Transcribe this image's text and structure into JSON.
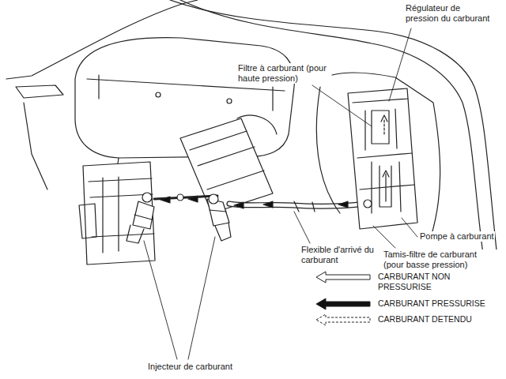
{
  "diagram": {
    "labels": [
      "Régulateur de pression du carburant",
      "Filtre à carburant (pour haute pression)",
      "Pompe à carburant",
      "Flexible d'arrivé du carburant",
      "Tamis-filtre de carburant (pour basse pression)",
      "Injecteur de carburant"
    ],
    "legend": [
      {
        "text": "CARBURANT NON PRESSURISE"
      },
      {
        "text": "CARBURANT PRESSURISE"
      },
      {
        "text": "CARBURANT DETENDU"
      }
    ]
  }
}
